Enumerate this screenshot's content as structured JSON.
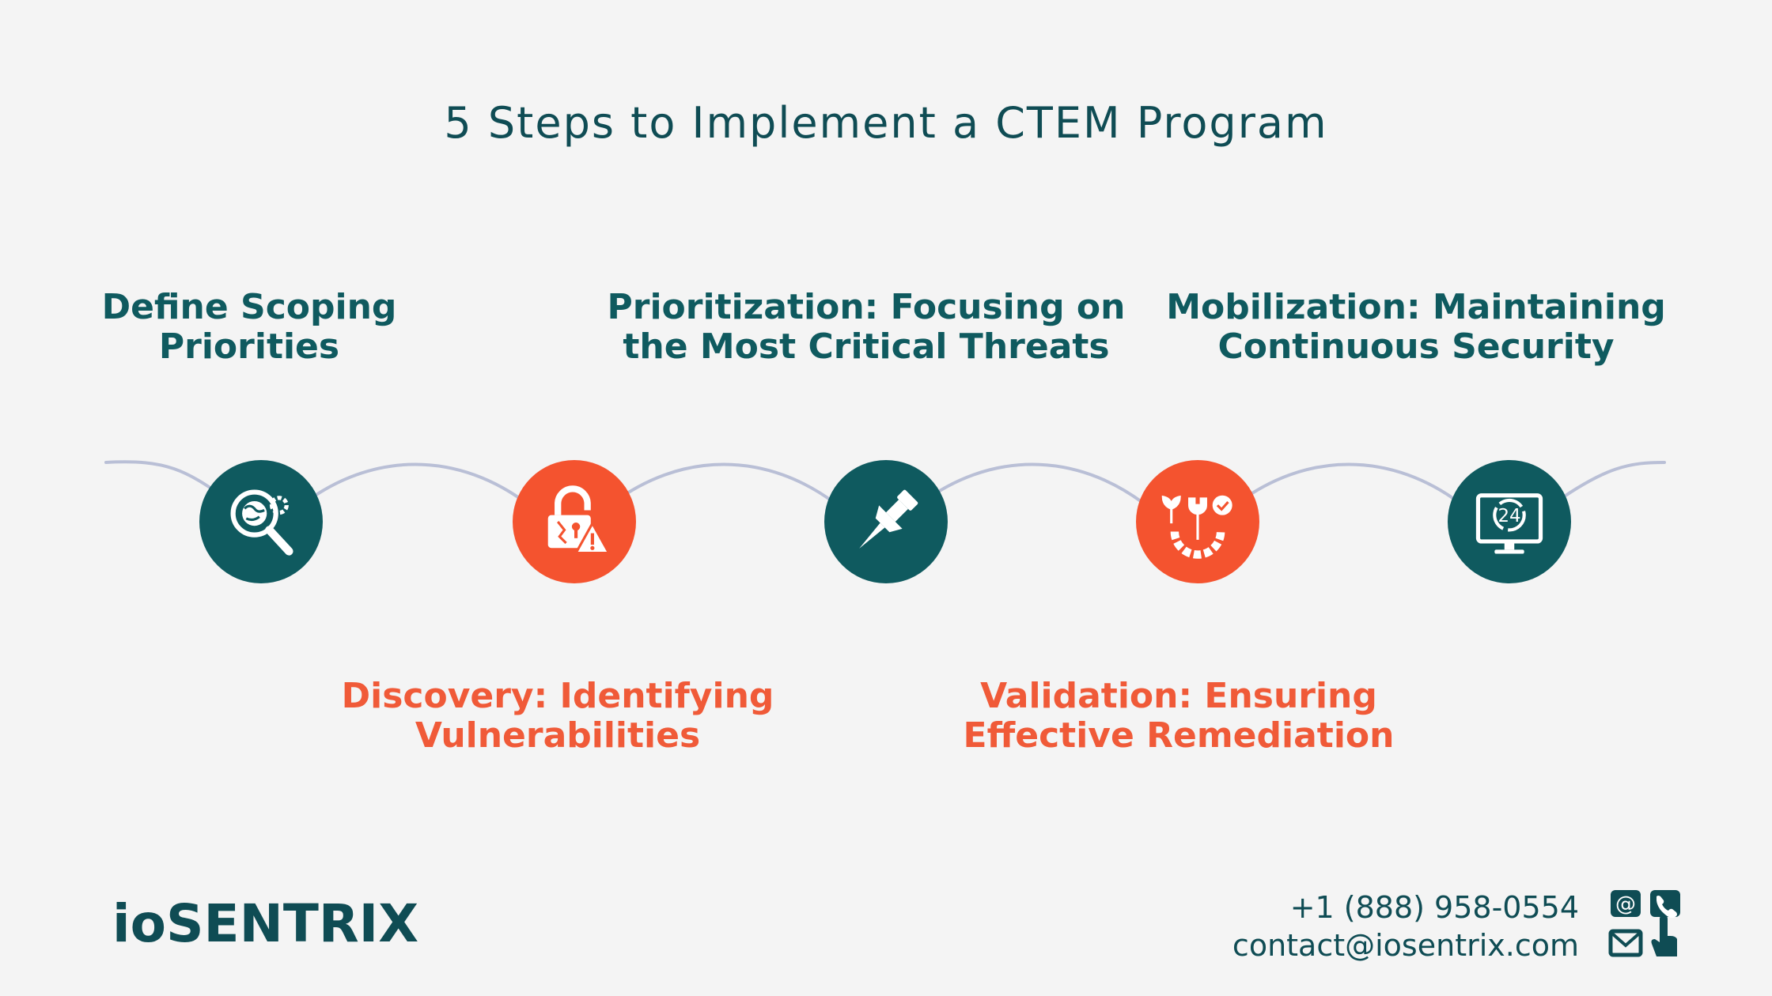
{
  "title": "5 Steps to Implement a CTEM Program",
  "steps": [
    {
      "line1": "Define Scoping",
      "line2": "Priorities",
      "icon": "magnifier-gear-icon",
      "color": "#0f5a5f"
    },
    {
      "line1": "Discovery: Identifying",
      "line2": "Vulnerabilities",
      "icon": "broken-lock-warning-icon",
      "color": "#f4532f"
    },
    {
      "line1": "Prioritization: Focusing on",
      "line2": "the Most Critical Threats",
      "icon": "push-pin-icon",
      "color": "#0f5a5f"
    },
    {
      "line1": "Validation: Ensuring",
      "line2": "Effective Remediation",
      "icon": "gear-wrench-check-icon",
      "color": "#f4532f"
    },
    {
      "line1": "Mobilization: Maintaining",
      "line2": "Continuous Security",
      "icon": "monitor-24-icon",
      "color": "#0f5a5f"
    }
  ],
  "monitor_badge": "24",
  "brand": "ioSENTRIX",
  "contact": {
    "phone": "+1 (888) 958-0554",
    "email": "contact@iosentrix.com"
  },
  "colors": {
    "teal": "#0f5a5f",
    "orange": "#f4532f",
    "wave": "#b9bfd6"
  }
}
